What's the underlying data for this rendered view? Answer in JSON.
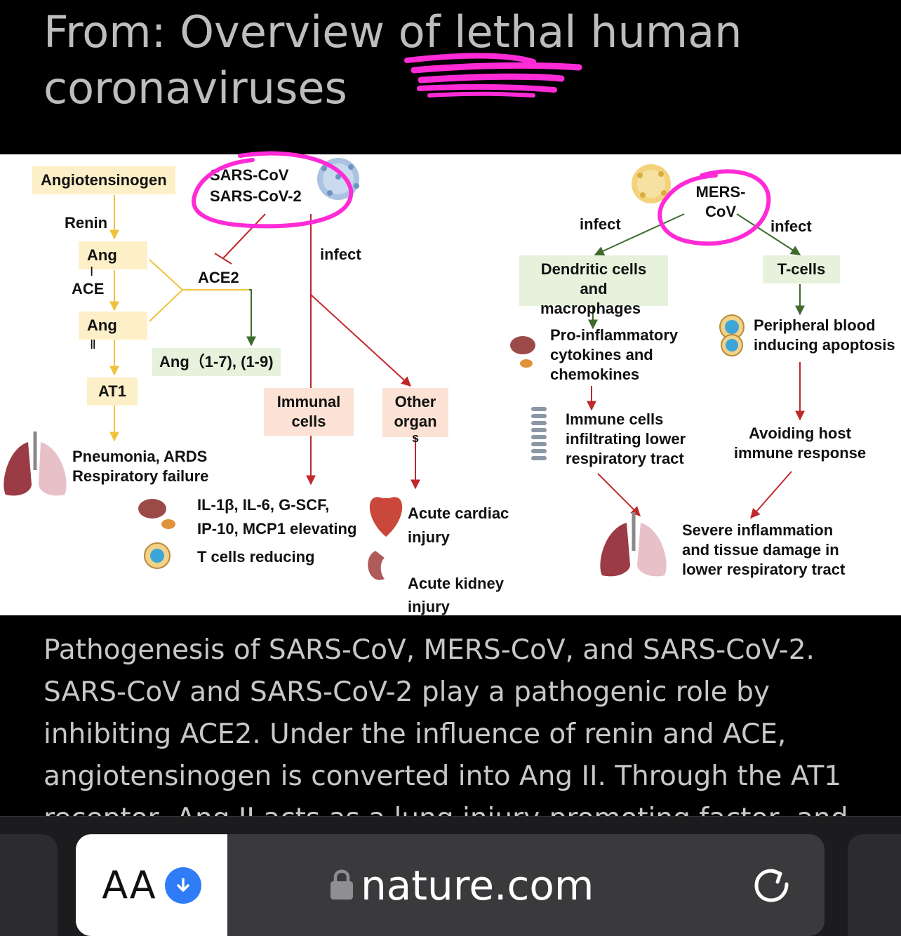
{
  "header": {
    "title": "From: Overview of lethal human coronaviruses"
  },
  "figure": {
    "labels": {
      "angiotensinogen": "Angiotensinogen",
      "renin": "Renin",
      "ang_i": "Ang",
      "ang_i_numeral": "Ⅰ",
      "ace": "ACE",
      "ang_ii": "Ang",
      "ang_ii_numeral": "Ⅱ",
      "at1": "AT1",
      "ace2": "ACE2",
      "ang_17_19": "Ang（1-7), (1-9)",
      "sars_cov": "SARS-CoV",
      "sars_cov_2": "SARS-CoV-2",
      "infect_left": "infect",
      "immunal_cells_1": "Immunal",
      "immunal_cells_2": "cells",
      "other_organs_1": "Other",
      "other_organs_2": "organ",
      "other_organs_3": "s",
      "pneumonia_1": "Pneumonia, ARDS",
      "pneumonia_2": "Respiratory failure",
      "cytokines_1": "IL-1β, IL-6, G-SCF,",
      "cytokines_2": "IP-10, MCP1 elevating",
      "t_cells_reducing": "T cells reducing",
      "cardiac_1": "Acute cardiac",
      "cardiac_2": "injury",
      "kidney_1": "Acute kidney",
      "kidney_2": "injury",
      "mers_1": "MERS-",
      "mers_2": "CoV",
      "infect_mers_left": "infect",
      "infect_mers_right": "infect",
      "dendritic_1": "Dendritic cells",
      "dendritic_2": "and",
      "dendritic_3": "macrophages",
      "t_cells": "T-cells",
      "proinflam_1": "Pro-inflammatory",
      "proinflam_2": "cytokines and",
      "proinflam_3": "chemokines",
      "peripheral_1": "Peripheral blood",
      "peripheral_2": "inducing apoptosis",
      "immune_infil_1": "Immune cells",
      "immune_infil_2": "infiltrating lower",
      "immune_infil_3": "respiratory tract",
      "avoiding_1": "Avoiding host",
      "avoiding_2": "immune response",
      "severe_1": "Severe inflammation",
      "severe_2": "and tissue damage in",
      "severe_3": "lower respiratory tract"
    }
  },
  "caption": {
    "text": "Pathogenesis of SARS-CoV, MERS-CoV, and SARS-CoV-2. SARS-CoV and SARS-CoV-2 play a pathogenic role by inhibiting ACE2. Under the influence of renin and ACE, angiotensinogen is converted into Ang II. Through the AT1 receptor, Ang II acts as a lung injury-promoting factor, and in"
  },
  "toolbar": {
    "aa_label": "AA",
    "url": "nature.com",
    "icons": [
      "download-icon",
      "lock-icon",
      "reload-icon"
    ]
  },
  "colors": {
    "annotation": "#ff2bd6",
    "link_blue": "#2f7cf6",
    "arrow_yellow": "#f0c23a",
    "arrow_red": "#c0282d",
    "arrow_green": "#3e6b2c"
  }
}
